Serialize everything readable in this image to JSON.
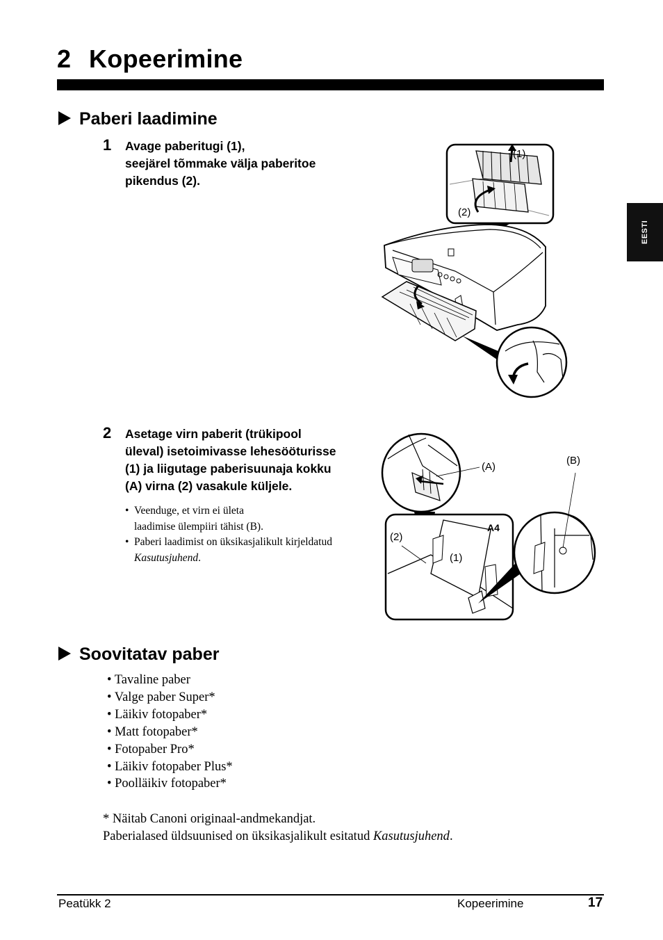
{
  "chapter": {
    "number": "2",
    "title": "Kopeerimine"
  },
  "side_tab": "EESTI",
  "section1": {
    "heading": "Paberi laadimine",
    "step1": {
      "number": "1",
      "lines": [
        "Avage paberitugi (1),",
        "seejärel tõmmake välja paberitoe",
        "pikendus (2)."
      ],
      "callouts": [
        "(1)",
        "(2)"
      ]
    },
    "step2": {
      "number": "2",
      "lines": [
        "Asetage virn paberit (trükipool",
        "üleval) isetoimivasse lehesööturisse",
        "(1) ja liigutage paberisuunaja kokku",
        "(A) virna (2) vasakule küljele."
      ],
      "notes": [
        {
          "lines": [
            "Veenduge, et virn ei ületa",
            "laadimise ülempiiri tähist (B)."
          ]
        },
        {
          "text": "Paberi laadimist on üksikasjalikult kirjeldatud",
          "italic": "Kasutusjuhend",
          "end": "."
        }
      ],
      "callouts": {
        "A": "(A)",
        "B": "(B)",
        "two": "(2)",
        "one": "(1)",
        "paper_size": "A4"
      }
    }
  },
  "section2": {
    "heading": "Soovitatav paber",
    "items": [
      "Tavaline paber",
      "Valge paber Super*",
      "Läikiv fotopaber*",
      "Matt fotopaber*",
      "Fotopaber Pro*",
      "Läikiv fotopaber Plus*",
      "Poolläikiv fotopaber*"
    ],
    "footnote": "* Näitab Canoni originaal-andmekandjat.",
    "general_text": "Paberialased üldsuunised on üksikasjalikult esitatud ",
    "general_italic": "Kasutusjuhend",
    "general_end": "."
  },
  "footer": {
    "chapter": "Peatükk 2",
    "section": "Kopeerimine",
    "page": "17"
  }
}
